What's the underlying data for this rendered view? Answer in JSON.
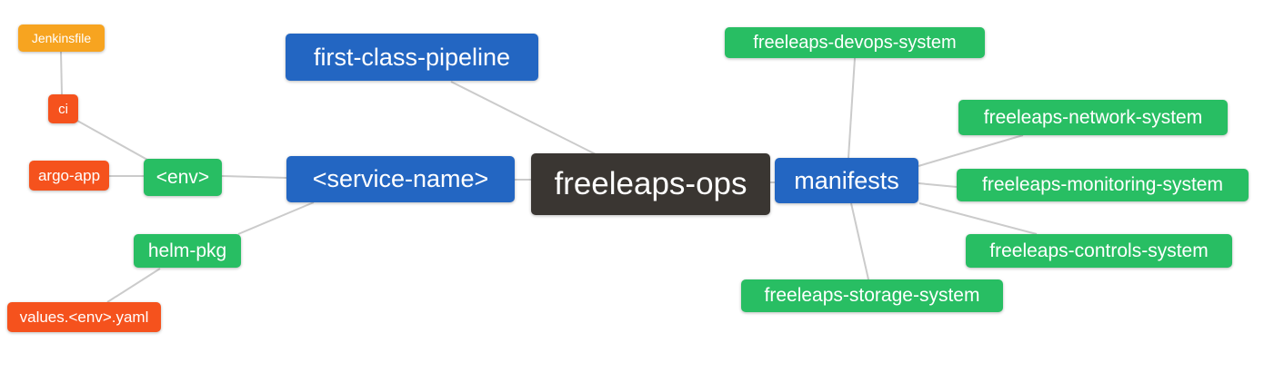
{
  "diagram": {
    "type": "mindmap",
    "root_label": "freeleaps-ops"
  },
  "palette": {
    "blue": "#2366c2",
    "green": "#28be63",
    "orange": "#f7a420",
    "red_orange": "#f5521d",
    "dark": "#3a3632",
    "edge_line": "#cbcbcb",
    "text": "#ffffff",
    "background": "#ffffff"
  },
  "nodes": {
    "root": {
      "label": "freeleaps-ops",
      "color": "dark"
    },
    "first_class_pipeline": {
      "label": "first-class-pipeline",
      "color": "blue"
    },
    "service_name": {
      "label": "<service-name>",
      "color": "blue"
    },
    "manifests": {
      "label": "manifests",
      "color": "blue"
    },
    "env": {
      "label": "<env>",
      "color": "green"
    },
    "helm_pkg": {
      "label": "helm-pkg",
      "color": "green"
    },
    "ci": {
      "label": "ci",
      "color": "red_orange"
    },
    "argo_app": {
      "label": "argo-app",
      "color": "red_orange"
    },
    "jenkinsfile": {
      "label": "Jenkinsfile",
      "color": "orange"
    },
    "values_env_yaml": {
      "label": "values.<env>.yaml",
      "color": "red_orange"
    },
    "devops_system": {
      "label": "freeleaps-devops-system",
      "color": "green"
    },
    "network_system": {
      "label": "freeleaps-network-system",
      "color": "green"
    },
    "monitoring_system": {
      "label": "freeleaps-monitoring-system",
      "color": "green"
    },
    "controls_system": {
      "label": "freeleaps-controls-system",
      "color": "green"
    },
    "storage_system": {
      "label": "freeleaps-storage-system",
      "color": "green"
    }
  },
  "edges": [
    {
      "from": "jenkinsfile",
      "to": "ci"
    },
    {
      "from": "ci",
      "to": "env"
    },
    {
      "from": "argo_app",
      "to": "env"
    },
    {
      "from": "env",
      "to": "service_name"
    },
    {
      "from": "helm_pkg",
      "to": "service_name"
    },
    {
      "from": "values_env_yaml",
      "to": "helm_pkg"
    },
    {
      "from": "first_class_pipeline",
      "to": "root"
    },
    {
      "from": "service_name",
      "to": "root"
    },
    {
      "from": "root",
      "to": "manifests"
    },
    {
      "from": "manifests",
      "to": "devops_system"
    },
    {
      "from": "manifests",
      "to": "network_system"
    },
    {
      "from": "manifests",
      "to": "monitoring_system"
    },
    {
      "from": "manifests",
      "to": "controls_system"
    },
    {
      "from": "manifests",
      "to": "storage_system"
    }
  ]
}
